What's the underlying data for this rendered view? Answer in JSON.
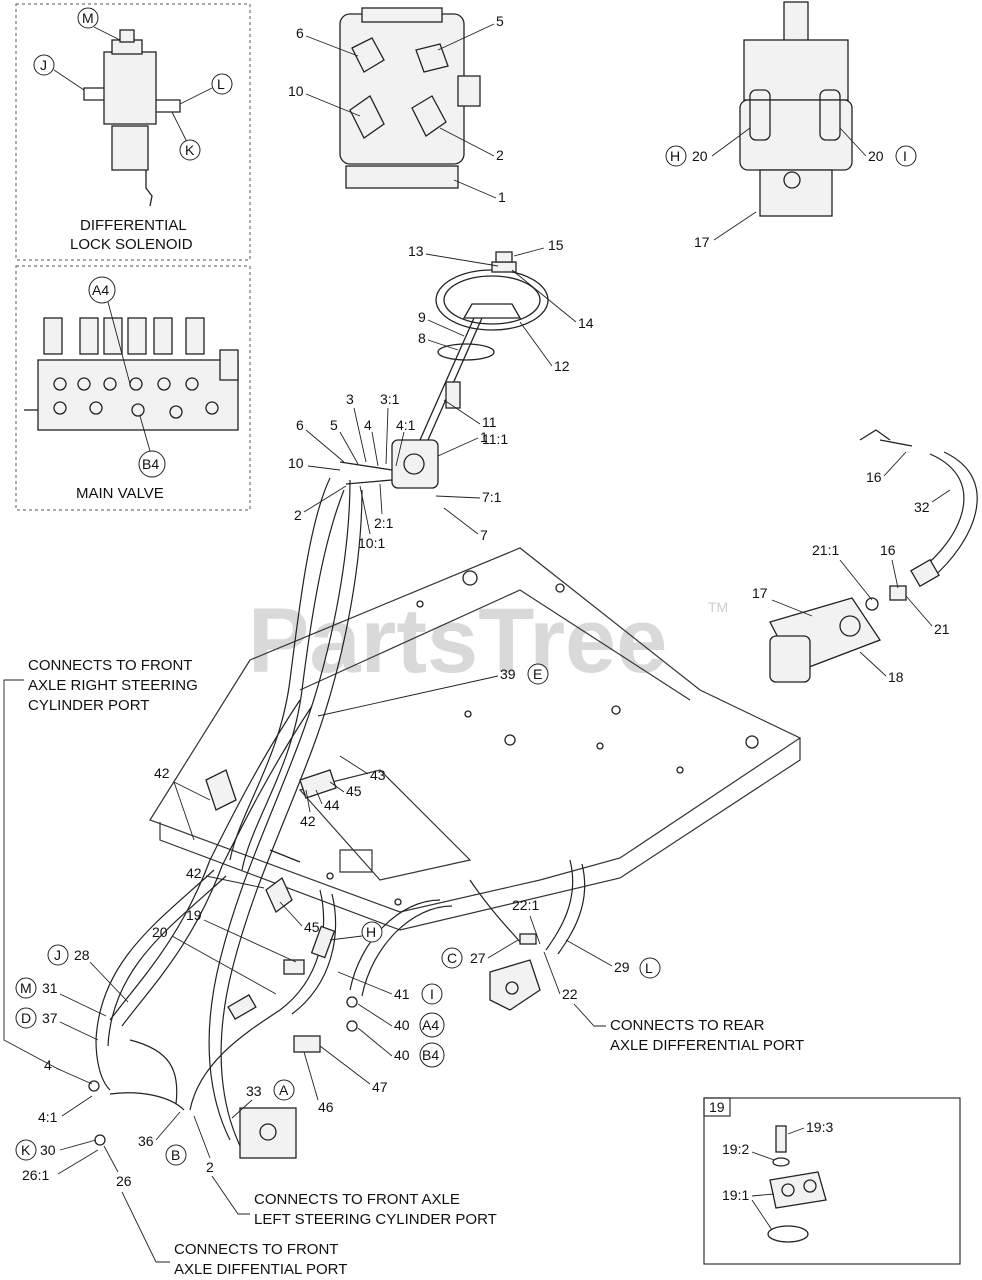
{
  "watermark": {
    "brand": "PartsTree",
    "trademark": "TM"
  },
  "captions": {
    "differential_lock_line1": "DIFFERENTIAL",
    "differential_lock_line2": "LOCK SOLENOID",
    "main_valve": "MAIN VALVE",
    "front_right_line1": "CONNECTS TO FRONT",
    "front_right_line2": "AXLE RIGHT STEERING",
    "front_right_line3": "CYLINDER PORT",
    "rear_diff_line1": "CONNECTS TO REAR",
    "rear_diff_line2": "AXLE DIFFERENTIAL PORT",
    "front_left_line1": "CONNECTS TO FRONT AXLE",
    "front_left_line2": "LEFT STEERING CYLINDER PORT",
    "front_diff_line1": "CONNECTS TO FRONT",
    "front_diff_line2": "AXLE DIFFENTIAL PORT"
  },
  "labels": {
    "n1": "1",
    "n2": "2",
    "n4": "4",
    "n5": "5",
    "n6": "6",
    "n7": "7",
    "n8": "8",
    "n9": "9",
    "n10": "10",
    "n11": "11",
    "n12": "12",
    "n13": "13",
    "n14": "14",
    "n15": "15",
    "n16": "16",
    "n17": "17",
    "n18": "18",
    "n19": "19",
    "n20": "20",
    "n21": "21",
    "n22": "22",
    "n26": "26",
    "n27": "27",
    "n28": "28",
    "n29": "29",
    "n30": "30",
    "n31": "31",
    "n32": "32",
    "n33": "33",
    "n36": "36",
    "n37": "37",
    "n39": "39",
    "n40": "40",
    "n41": "41",
    "n42": "42",
    "n43": "43",
    "n44": "44",
    "n45": "45",
    "n46": "46",
    "n47": "47",
    "n3": "3",
    "s2_1": "2:1",
    "s3_1": "3:1",
    "s4_1": "4:1",
    "s7_1": "7:1",
    "s10_1": "10:1",
    "s11_1": "11:1",
    "s19_1": "19:1",
    "s19_2": "19:2",
    "s19_3": "19:3",
    "s21_1": "21:1",
    "s22_1": "22:1",
    "s26_1": "26:1"
  },
  "letters": {
    "A": "A",
    "B": "B",
    "C": "C",
    "D": "D",
    "E": "E",
    "H": "H",
    "I": "I",
    "J": "J",
    "K": "K",
    "L": "L",
    "M": "M",
    "A4": "A4",
    "B4": "B4"
  },
  "inset_box_label": "19"
}
